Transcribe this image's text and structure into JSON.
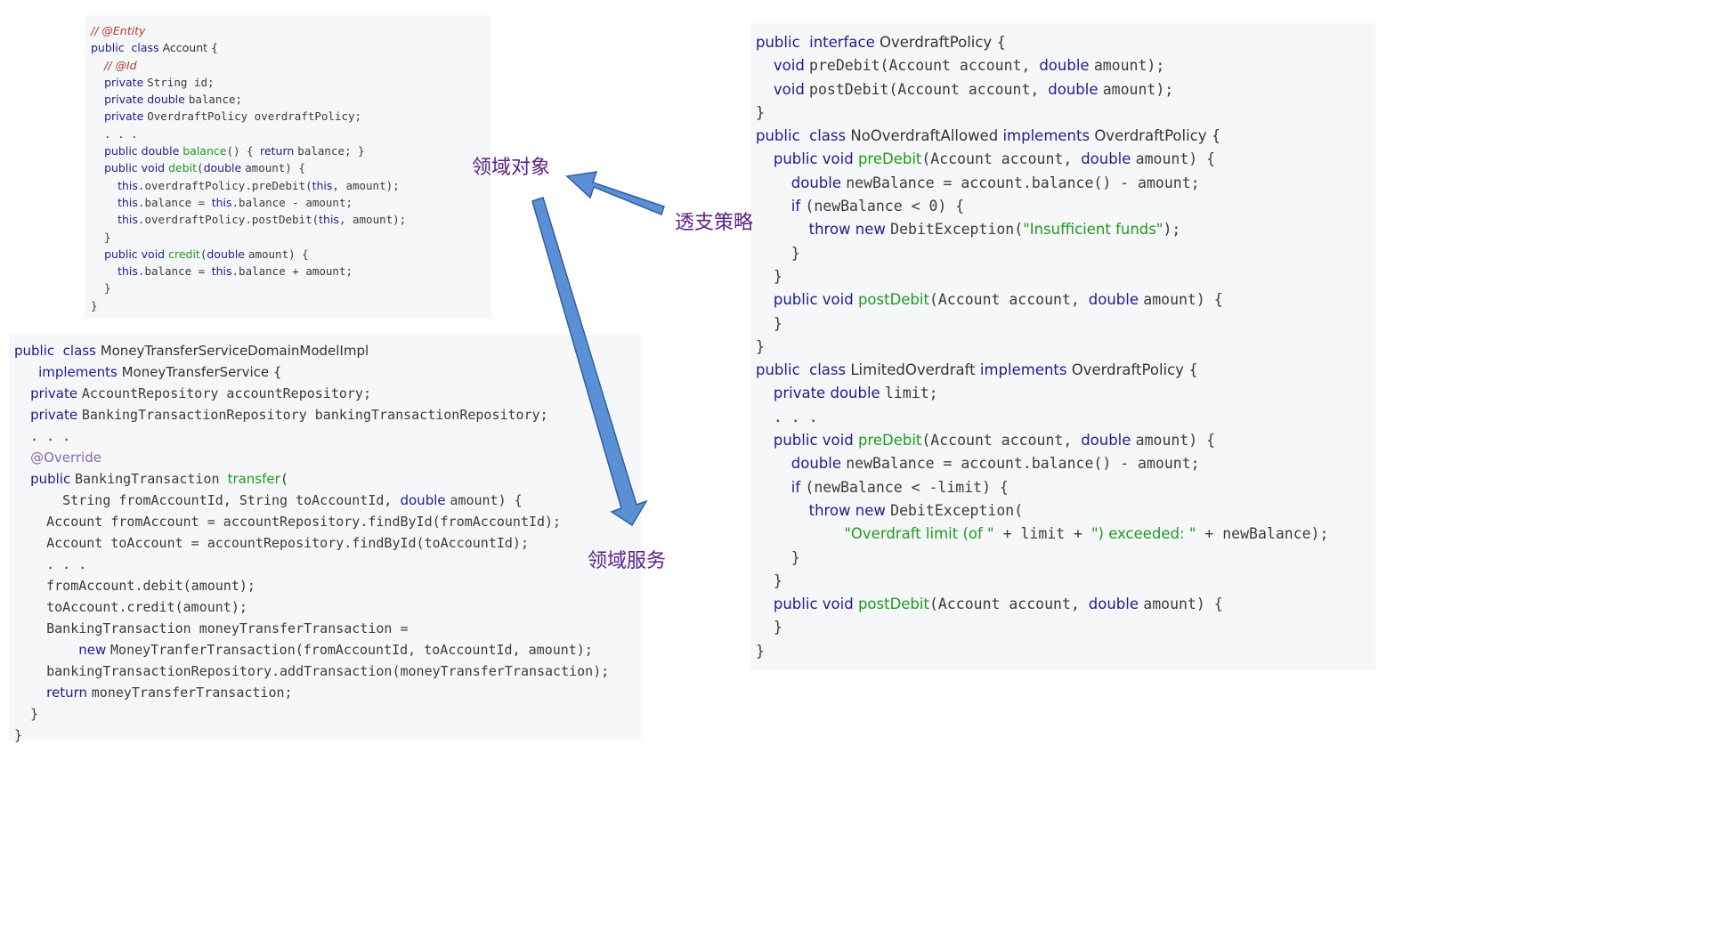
{
  "labels": {
    "domain_object": "领域对象",
    "overdraft_policy": "透支策略",
    "domain_service": "领域服务"
  },
  "colors": {
    "arrow_fill": "#5b8fd6",
    "arrow_stroke": "#2f5f9f",
    "label": "#5b2289",
    "keyword": "#1d1d8f",
    "method": "#1f9a1f",
    "comment": "#b03a2e",
    "annotation": "#8a6aa8",
    "panel_bg": "#f6f7f9"
  },
  "account_code": [
    [
      [
        "cm",
        "// @Entity"
      ]
    ],
    [
      [
        "kw",
        "public  class "
      ],
      [
        "ty",
        "Account {"
      ]
    ],
    [
      [
        "tx",
        "  "
      ],
      [
        "cm",
        "// @Id"
      ]
    ],
    [
      [
        "tx",
        "  "
      ],
      [
        "kw",
        "private "
      ],
      [
        "tx",
        "String id;"
      ]
    ],
    [
      [
        "tx",
        "  "
      ],
      [
        "kw",
        "private "
      ],
      [
        "kw",
        "double "
      ],
      [
        "tx",
        "balance;"
      ]
    ],
    [
      [
        "tx",
        "  "
      ],
      [
        "kw",
        "private "
      ],
      [
        "tx",
        "OverdraftPolicy overdraftPolicy;"
      ]
    ],
    [
      [
        "tx",
        "  . . ."
      ]
    ],
    [
      [
        "tx",
        "  "
      ],
      [
        "kw",
        "public "
      ],
      [
        "kw",
        "double "
      ],
      [
        "fn",
        "balance"
      ],
      [
        "tx",
        "() { "
      ],
      [
        "kw",
        "return "
      ],
      [
        "tx",
        "balance; }"
      ]
    ],
    [
      [
        "tx",
        "  "
      ],
      [
        "kw",
        "public "
      ],
      [
        "kw",
        "void "
      ],
      [
        "fn",
        "debit"
      ],
      [
        "tx",
        "("
      ],
      [
        "kw",
        "double "
      ],
      [
        "tx",
        "amount) {"
      ]
    ],
    [
      [
        "tx",
        "    "
      ],
      [
        "kw",
        "this"
      ],
      [
        "tx",
        ".overdraftPolicy.preDebit("
      ],
      [
        "kw",
        "this"
      ],
      [
        "tx",
        ", amount);"
      ]
    ],
    [
      [
        "tx",
        "    "
      ],
      [
        "kw",
        "this"
      ],
      [
        "tx",
        ".balance = "
      ],
      [
        "kw",
        "this"
      ],
      [
        "tx",
        ".balance - amount;"
      ]
    ],
    [
      [
        "tx",
        "    "
      ],
      [
        "kw",
        "this"
      ],
      [
        "tx",
        ".overdraftPolicy.postDebit("
      ],
      [
        "kw",
        "this"
      ],
      [
        "tx",
        ", amount);"
      ]
    ],
    [
      [
        "tx",
        "  }"
      ]
    ],
    [
      [
        "tx",
        "  "
      ],
      [
        "kw",
        "public "
      ],
      [
        "kw",
        "void "
      ],
      [
        "fn",
        "credit"
      ],
      [
        "tx",
        "("
      ],
      [
        "kw",
        "double "
      ],
      [
        "tx",
        "amount) {"
      ]
    ],
    [
      [
        "tx",
        "    "
      ],
      [
        "kw",
        "this"
      ],
      [
        "tx",
        ".balance = "
      ],
      [
        "kw",
        "this"
      ],
      [
        "tx",
        ".balance + amount;"
      ]
    ],
    [
      [
        "tx",
        "  }"
      ]
    ],
    [
      [
        "tx",
        "}"
      ]
    ]
  ],
  "service_code": [
    [
      [
        "kw",
        "public  class "
      ],
      [
        "ty",
        "MoneyTransferServiceDomainModelImpl"
      ]
    ],
    [
      [
        "tx",
        "   "
      ],
      [
        "kw",
        "implements "
      ],
      [
        "ty",
        "MoneyTransferService {"
      ]
    ],
    [
      [
        "tx",
        "  "
      ],
      [
        "kw",
        "private "
      ],
      [
        "tx",
        "AccountRepository accountRepository;"
      ]
    ],
    [
      [
        "tx",
        "  "
      ],
      [
        "kw",
        "private "
      ],
      [
        "tx",
        "BankingTransactionRepository bankingTransactionRepository;"
      ]
    ],
    [
      [
        "tx",
        "  . . ."
      ]
    ],
    [
      [
        "tx",
        "  "
      ],
      [
        "an",
        "@Override"
      ]
    ],
    [
      [
        "tx",
        "  "
      ],
      [
        "kw",
        "public "
      ],
      [
        "tx",
        "BankingTransaction "
      ],
      [
        "fn",
        "transfer"
      ],
      [
        "tx",
        "("
      ]
    ],
    [
      [
        "tx",
        "      String fromAccountId, String toAccountId, "
      ],
      [
        "kw",
        "double "
      ],
      [
        "tx",
        "amount) {"
      ]
    ],
    [
      [
        "tx",
        "    Account fromAccount = accountRepository.findById(fromAccountId);"
      ]
    ],
    [
      [
        "tx",
        "    Account toAccount = accountRepository.findById(toAccountId);"
      ]
    ],
    [
      [
        "tx",
        "    . . ."
      ]
    ],
    [
      [
        "tx",
        "    fromAccount.debit(amount);"
      ]
    ],
    [
      [
        "tx",
        "    toAccount.credit(amount);"
      ]
    ],
    [
      [
        "tx",
        "    BankingTransaction moneyTransferTransaction ="
      ]
    ],
    [
      [
        "tx",
        "        "
      ],
      [
        "kw",
        "new "
      ],
      [
        "tx",
        "MoneyTranferTransaction(fromAccountId, toAccountId, amount);"
      ]
    ],
    [
      [
        "tx",
        "    bankingTransactionRepository.addTransaction(moneyTransferTransaction);"
      ]
    ],
    [
      [
        "tx",
        "    "
      ],
      [
        "kw",
        "return "
      ],
      [
        "tx",
        "moneyTransferTransaction;"
      ]
    ],
    [
      [
        "tx",
        "  }"
      ]
    ],
    [
      [
        "tx",
        "}"
      ]
    ]
  ],
  "policy_code": [
    [
      [
        "kw",
        "public  interface "
      ],
      [
        "ty",
        "OverdraftPolicy {"
      ]
    ],
    [
      [
        "tx",
        "  "
      ],
      [
        "kw",
        "void "
      ],
      [
        "tx",
        "preDebit(Account account, "
      ],
      [
        "kw",
        "double "
      ],
      [
        "tx",
        "amount);"
      ]
    ],
    [
      [
        "tx",
        "  "
      ],
      [
        "kw",
        "void "
      ],
      [
        "tx",
        "postDebit(Account account, "
      ],
      [
        "kw",
        "double "
      ],
      [
        "tx",
        "amount);"
      ]
    ],
    [
      [
        "tx",
        "}"
      ]
    ],
    [
      [
        "kw",
        "public  class "
      ],
      [
        "ty",
        "NoOverdraftAllowed "
      ],
      [
        "kw",
        "implements "
      ],
      [
        "ty",
        "OverdraftPolicy {"
      ]
    ],
    [
      [
        "tx",
        "  "
      ],
      [
        "kw",
        "public "
      ],
      [
        "kw",
        "void "
      ],
      [
        "fn",
        "preDebit"
      ],
      [
        "tx",
        "(Account account, "
      ],
      [
        "kw",
        "double "
      ],
      [
        "tx",
        "amount) {"
      ]
    ],
    [
      [
        "tx",
        "    "
      ],
      [
        "kw",
        "double "
      ],
      [
        "tx",
        "newBalance = account.balance() - amount;"
      ]
    ],
    [
      [
        "tx",
        "    "
      ],
      [
        "kw",
        "if "
      ],
      [
        "tx",
        "(newBalance < 0) {"
      ]
    ],
    [
      [
        "tx",
        "      "
      ],
      [
        "kw",
        "throw "
      ],
      [
        "kw",
        "new "
      ],
      [
        "tx",
        "DebitException("
      ],
      [
        "st",
        "\"Insufficient funds\""
      ],
      [
        "tx",
        ");"
      ]
    ],
    [
      [
        "tx",
        "    }"
      ]
    ],
    [
      [
        "tx",
        "  }"
      ]
    ],
    [
      [
        "tx",
        "  "
      ],
      [
        "kw",
        "public "
      ],
      [
        "kw",
        "void "
      ],
      [
        "fn",
        "postDebit"
      ],
      [
        "tx",
        "(Account account, "
      ],
      [
        "kw",
        "double "
      ],
      [
        "tx",
        "amount) {"
      ]
    ],
    [
      [
        "tx",
        "  }"
      ]
    ],
    [
      [
        "tx",
        "}"
      ]
    ],
    [
      [
        "kw",
        "public  class "
      ],
      [
        "ty",
        "LimitedOverdraft "
      ],
      [
        "kw",
        "implements "
      ],
      [
        "ty",
        "OverdraftPolicy {"
      ]
    ],
    [
      [
        "tx",
        "  "
      ],
      [
        "kw",
        "private "
      ],
      [
        "kw",
        "double "
      ],
      [
        "tx",
        "limit;"
      ]
    ],
    [
      [
        "tx",
        "  . . ."
      ]
    ],
    [
      [
        "tx",
        "  "
      ],
      [
        "kw",
        "public "
      ],
      [
        "kw",
        "void "
      ],
      [
        "fn",
        "preDebit"
      ],
      [
        "tx",
        "(Account account, "
      ],
      [
        "kw",
        "double "
      ],
      [
        "tx",
        "amount) {"
      ]
    ],
    [
      [
        "tx",
        "    "
      ],
      [
        "kw",
        "double "
      ],
      [
        "tx",
        "newBalance = account.balance() - amount;"
      ]
    ],
    [
      [
        "tx",
        "    "
      ],
      [
        "kw",
        "if "
      ],
      [
        "tx",
        "(newBalance < -limit) {"
      ]
    ],
    [
      [
        "tx",
        "      "
      ],
      [
        "kw",
        "throw "
      ],
      [
        "kw",
        "new "
      ],
      [
        "tx",
        "DebitException("
      ]
    ],
    [
      [
        "tx",
        "          "
      ],
      [
        "st",
        "\"Overdraft limit (of \""
      ],
      [
        "tx",
        " + limit + "
      ],
      [
        "st",
        "\") exceeded: \""
      ],
      [
        "tx",
        " + newBalance);"
      ]
    ],
    [
      [
        "tx",
        "    }"
      ]
    ],
    [
      [
        "tx",
        "  }"
      ]
    ],
    [
      [
        "tx",
        "  "
      ],
      [
        "kw",
        "public "
      ],
      [
        "kw",
        "void "
      ],
      [
        "fn",
        "postDebit"
      ],
      [
        "tx",
        "(Account account, "
      ],
      [
        "kw",
        "double "
      ],
      [
        "tx",
        "amount) {"
      ]
    ],
    [
      [
        "tx",
        "  }"
      ]
    ],
    [
      [
        "tx",
        "}"
      ]
    ]
  ]
}
